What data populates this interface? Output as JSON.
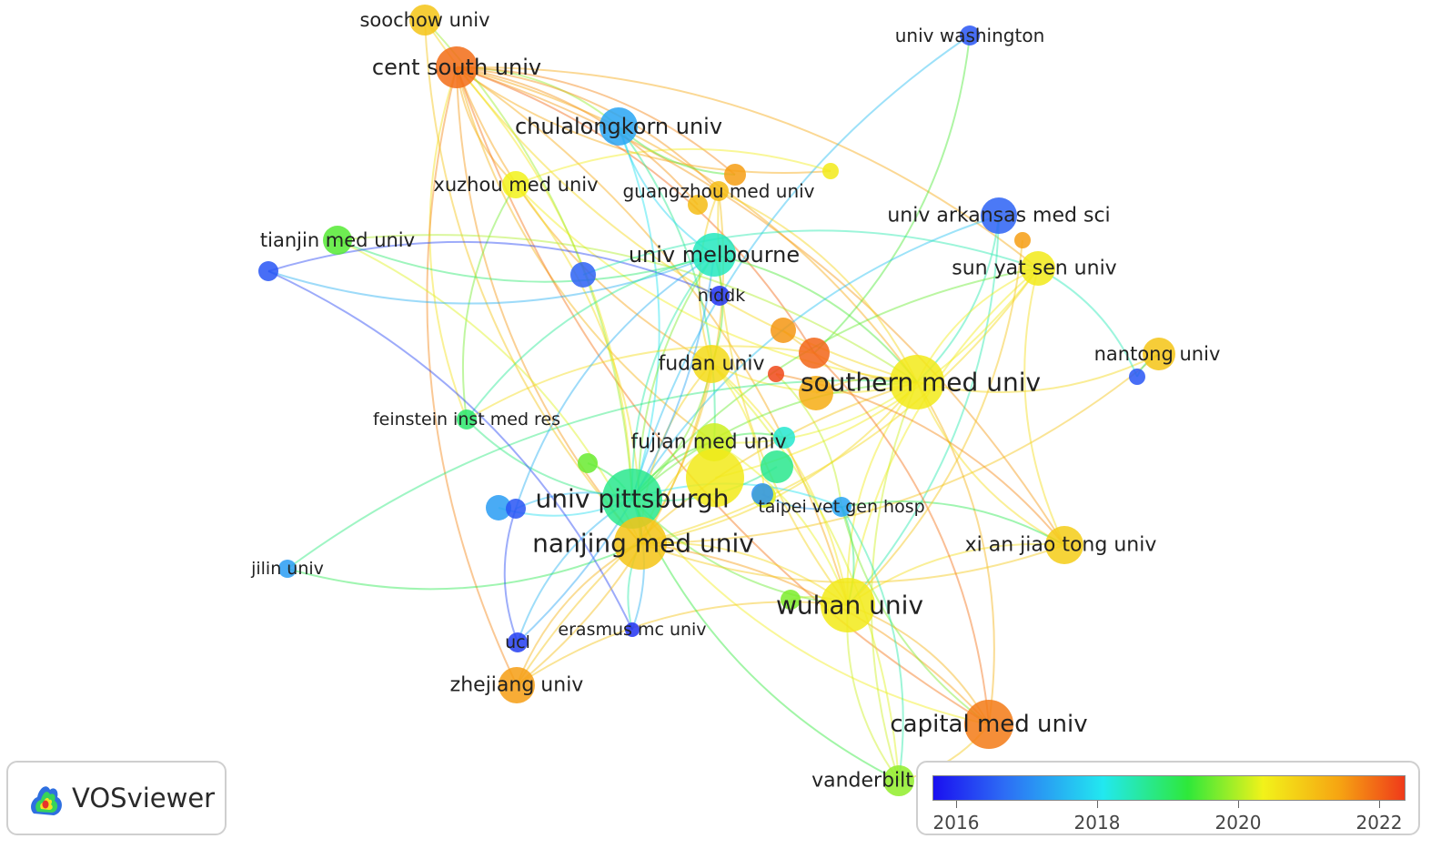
{
  "app": {
    "name": "VOSviewer"
  },
  "legend": {
    "ticks": [
      "2016",
      "2018",
      "2020",
      "2022"
    ]
  },
  "network": {
    "nodes": [
      {
        "id": "soochow",
        "label": "soochow univ",
        "year": 2020.5
      },
      {
        "id": "cent_south",
        "label": "cent south univ",
        "year": 2021.7
      },
      {
        "id": "univ_washington",
        "label": "univ washington",
        "year": 2016.3
      },
      {
        "id": "chulalongkorn",
        "label": "chulalongkorn univ",
        "year": 2017.1
      },
      {
        "id": "xuzhou",
        "label": "xuzhou med univ",
        "year": 2019.9
      },
      {
        "id": "guangzhou",
        "label": "guangzhou med univ",
        "year": 2020.6
      },
      {
        "id": "univ_arkansas",
        "label": "univ arkansas med sci",
        "year": 2016.4
      },
      {
        "id": "tianjin",
        "label": "tianjin med univ",
        "year": 2019.1
      },
      {
        "id": "univ_melbourne",
        "label": "univ melbourne",
        "year": 2018.1
      },
      {
        "id": "sun_yat_sen",
        "label": "sun yat sen univ",
        "year": 2020.0
      },
      {
        "id": "niddk",
        "label": "niddk",
        "year": 2016.0
      },
      {
        "id": "nantong",
        "label": "nantong univ",
        "year": 2020.5
      },
      {
        "id": "fudan",
        "label": "fudan univ",
        "year": 2020.2
      },
      {
        "id": "southern_med",
        "label": "southern med univ",
        "year": 2020.0
      },
      {
        "id": "feinstein",
        "label": "feinstein inst med res",
        "year": 2018.6
      },
      {
        "id": "fujian",
        "label": "fujian med univ",
        "year": 2019.7
      },
      {
        "id": "univ_pittsburgh",
        "label": "univ pittsburgh",
        "year": 2018.4
      },
      {
        "id": "taipei_vet",
        "label": "taipei vet gen hosp",
        "year": 2017.1
      },
      {
        "id": "nanjing_med",
        "label": "nanjing med univ",
        "year": 2020.5
      },
      {
        "id": "xi_an_jiao_tong",
        "label": "xi an jiao tong univ",
        "year": 2020.4
      },
      {
        "id": "jilin",
        "label": "jilin univ",
        "year": 2017.0
      },
      {
        "id": "wuhan",
        "label": "wuhan univ",
        "year": 2020.0
      },
      {
        "id": "erasmus",
        "label": "erasmus mc univ",
        "year": 2016.0
      },
      {
        "id": "ucl",
        "label": "ucl",
        "year": 2016.1
      },
      {
        "id": "zhejiang",
        "label": "zhejiang univ",
        "year": 2021.0
      },
      {
        "id": "capital_med",
        "label": "capital med univ",
        "year": 2021.5
      },
      {
        "id": "vanderbilt",
        "label": "vanderbilt",
        "year": 2019.4
      },
      {
        "id": "n_a",
        "label": "",
        "year": 2016.3
      },
      {
        "id": "n_b",
        "label": "",
        "year": 2016.4
      },
      {
        "id": "n_c",
        "label": "",
        "year": 2021.0
      },
      {
        "id": "n_d",
        "label": "",
        "year": 2020.0
      },
      {
        "id": "n_e",
        "label": "",
        "year": 2021.1
      },
      {
        "id": "n_f",
        "label": "",
        "year": 2021.8
      },
      {
        "id": "n_g",
        "label": "",
        "year": 2022.2
      },
      {
        "id": "n_h",
        "label": "",
        "year": 2020.8
      },
      {
        "id": "n_i",
        "label": "",
        "year": 2017.0
      },
      {
        "id": "n_j",
        "label": "",
        "year": 2018.0
      },
      {
        "id": "n_k",
        "label": "",
        "year": 2018.4
      },
      {
        "id": "n_l",
        "label": "",
        "year": 2020.0
      },
      {
        "id": "n_m",
        "label": "",
        "year": 2019.2
      },
      {
        "id": "n_n",
        "label": "",
        "year": 2016.3
      },
      {
        "id": "n_o",
        "label": "",
        "year": 2016.3
      },
      {
        "id": "n_p",
        "label": "",
        "year": 2019.8
      },
      {
        "id": "n_q",
        "label": "",
        "year": 2019.3
      },
      {
        "id": "n_r",
        "label": "",
        "year": 2021.0
      },
      {
        "id": "n_s",
        "label": "",
        "year": 2020.6
      },
      {
        "id": "n_t",
        "label": "",
        "year": 2016.9
      }
    ],
    "edges": [
      [
        "cent_south",
        "chulalongkorn"
      ],
      [
        "cent_south",
        "xuzhou"
      ],
      [
        "cent_south",
        "guangzhou"
      ],
      [
        "cent_south",
        "fudan"
      ],
      [
        "cent_south",
        "southern_med"
      ],
      [
        "cent_south",
        "nanjing_med"
      ],
      [
        "cent_south",
        "univ_pittsburgh"
      ],
      [
        "cent_south",
        "fujian"
      ],
      [
        "cent_south",
        "wuhan"
      ],
      [
        "cent_south",
        "feinstein"
      ],
      [
        "cent_south",
        "n_c"
      ],
      [
        "cent_south",
        "n_d"
      ],
      [
        "cent_south",
        "sun_yat_sen"
      ],
      [
        "cent_south",
        "capital_med"
      ],
      [
        "cent_south",
        "xi_an_jiao_tong"
      ],
      [
        "cent_south",
        "zhejiang"
      ],
      [
        "cent_south",
        "n_f"
      ],
      [
        "soochow",
        "nanjing_med"
      ],
      [
        "soochow",
        "univ_pittsburgh"
      ],
      [
        "soochow",
        "southern_med"
      ],
      [
        "univ_washington",
        "n_f"
      ],
      [
        "univ_washington",
        "univ_pittsburgh"
      ],
      [
        "chulalongkorn",
        "univ_pittsburgh"
      ],
      [
        "chulalongkorn",
        "n_c"
      ],
      [
        "chulalongkorn",
        "fujian"
      ],
      [
        "chulalongkorn",
        "univ_melbourne"
      ],
      [
        "xuzhou",
        "nanjing_med"
      ],
      [
        "xuzhou",
        "southern_med"
      ],
      [
        "xuzhou",
        "n_d"
      ],
      [
        "xuzhou",
        "feinstein"
      ],
      [
        "guangzhou",
        "southern_med"
      ],
      [
        "guangzhou",
        "fudan"
      ],
      [
        "guangzhou",
        "nanjing_med"
      ],
      [
        "guangzhou",
        "wuhan"
      ],
      [
        "tianjin",
        "nanjing_med"
      ],
      [
        "tianjin",
        "univ_melbourne"
      ],
      [
        "tianjin",
        "southern_med"
      ],
      [
        "n_a",
        "univ_melbourne"
      ],
      [
        "n_a",
        "niddk"
      ],
      [
        "univ_melbourne",
        "univ_pittsburgh"
      ],
      [
        "univ_melbourne",
        "fudan"
      ],
      [
        "univ_melbourne",
        "feinstein"
      ],
      [
        "univ_melbourne",
        "southern_med"
      ],
      [
        "univ_melbourne",
        "nanjing_med"
      ],
      [
        "univ_arkansas",
        "southern_med"
      ],
      [
        "univ_arkansas",
        "univ_pittsburgh"
      ],
      [
        "univ_arkansas",
        "wuhan"
      ],
      [
        "sun_yat_sen",
        "southern_med"
      ],
      [
        "sun_yat_sen",
        "nanjing_med"
      ],
      [
        "sun_yat_sen",
        "wuhan"
      ],
      [
        "sun_yat_sen",
        "n_l"
      ],
      [
        "sun_yat_sen",
        "univ_pittsburgh"
      ],
      [
        "nantong",
        "nanjing_med"
      ],
      [
        "nantong",
        "n_o"
      ],
      [
        "nantong",
        "southern_med"
      ],
      [
        "fudan",
        "southern_med"
      ],
      [
        "fudan",
        "univ_pittsburgh"
      ],
      [
        "fudan",
        "nanjing_med"
      ],
      [
        "fudan",
        "wuhan"
      ],
      [
        "southern_med",
        "univ_pittsburgh"
      ],
      [
        "southern_med",
        "nanjing_med"
      ],
      [
        "southern_med",
        "wuhan"
      ],
      [
        "southern_med",
        "capital_med"
      ],
      [
        "southern_med",
        "xi_an_jiao_tong"
      ],
      [
        "southern_med",
        "fujian"
      ],
      [
        "feinstein",
        "univ_pittsburgh"
      ],
      [
        "feinstein",
        "n_f"
      ],
      [
        "fujian",
        "nanjing_med"
      ],
      [
        "fujian",
        "wuhan"
      ],
      [
        "fujian",
        "univ_pittsburgh"
      ],
      [
        "univ_pittsburgh",
        "nanjing_med"
      ],
      [
        "univ_pittsburgh",
        "wuhan"
      ],
      [
        "univ_pittsburgh",
        "erasmus"
      ],
      [
        "univ_pittsburgh",
        "ucl"
      ],
      [
        "univ_pittsburgh",
        "taipei_vet"
      ],
      [
        "univ_pittsburgh",
        "capital_med"
      ],
      [
        "univ_pittsburgh",
        "n_i"
      ],
      [
        "univ_pittsburgh",
        "n_n"
      ],
      [
        "nanjing_med",
        "wuhan"
      ],
      [
        "nanjing_med",
        "zhejiang"
      ],
      [
        "nanjing_med",
        "capital_med"
      ],
      [
        "nanjing_med",
        "xi_an_jiao_tong"
      ],
      [
        "nanjing_med",
        "jilin"
      ],
      [
        "nanjing_med",
        "erasmus"
      ],
      [
        "taipei_vet",
        "wuhan"
      ],
      [
        "taipei_vet",
        "capital_med"
      ],
      [
        "taipei_vet",
        "xi_an_jiao_tong"
      ],
      [
        "taipei_vet",
        "n_g"
      ],
      [
        "wuhan",
        "capital_med"
      ],
      [
        "wuhan",
        "vanderbilt"
      ],
      [
        "wuhan",
        "xi_an_jiao_tong"
      ],
      [
        "wuhan",
        "zhejiang"
      ],
      [
        "jilin",
        "southern_med"
      ],
      [
        "erasmus",
        "n_a"
      ],
      [
        "ucl",
        "n_n"
      ],
      [
        "ucl",
        "univ_melbourne"
      ],
      [
        "zhejiang",
        "southern_med"
      ],
      [
        "zhejiang",
        "fudan"
      ],
      [
        "capital_med",
        "vanderbilt"
      ],
      [
        "capital_med",
        "n_f"
      ],
      [
        "vanderbilt",
        "univ_pittsburgh"
      ],
      [
        "vanderbilt",
        "fudan"
      ],
      [
        "vanderbilt",
        "southern_med"
      ],
      [
        "vanderbilt",
        "taipei_vet"
      ],
      [
        "xi_an_jiao_tong",
        "sun_yat_sen"
      ],
      [
        "xi_an_jiao_tong",
        "n_g"
      ],
      [
        "n_b",
        "sun_yat_sen"
      ],
      [
        "n_e",
        "southern_med"
      ],
      [
        "n_h",
        "southern_med"
      ],
      [
        "n_s",
        "cent_south"
      ],
      [
        "n_k",
        "univ_pittsburgh"
      ],
      [
        "n_j",
        "fujian"
      ],
      [
        "n_m",
        "univ_pittsburgh"
      ],
      [
        "n_p",
        "fudan"
      ],
      [
        "n_q",
        "wuhan"
      ],
      [
        "n_t",
        "taipei_vet"
      ],
      [
        "n_n",
        "univ_melbourne"
      ],
      [
        "n_o",
        "sun_yat_sen"
      ],
      [
        "n_r",
        "wuhan"
      ]
    ]
  }
}
